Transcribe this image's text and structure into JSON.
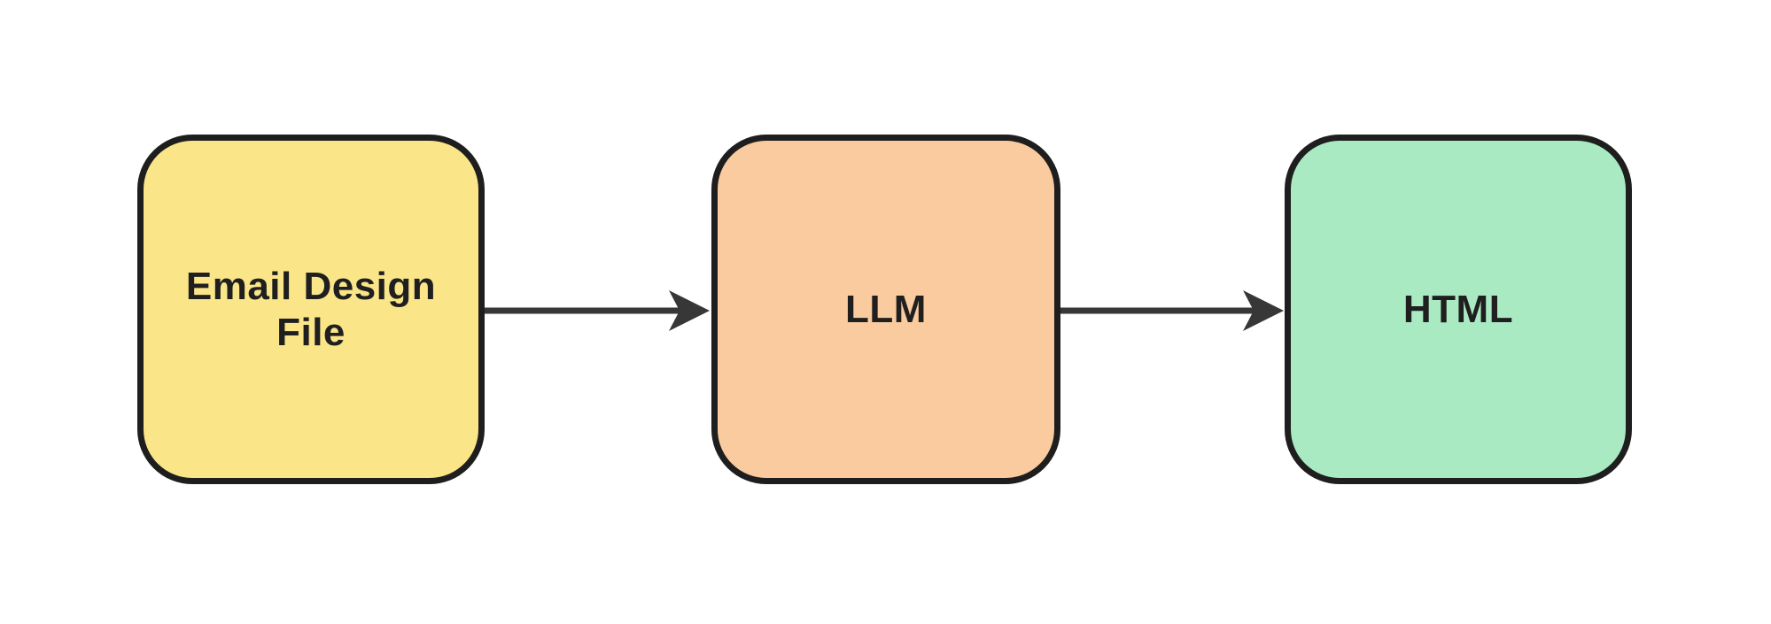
{
  "diagram": {
    "title": "Email design file to HTML via LLM flow",
    "background_color": "#ffffff",
    "node_border_color": "#1e1e1e",
    "arrow_color": "#373737",
    "text_color": "#1f1f1f",
    "nodes": [
      {
        "id": "email-design-file",
        "label": "Email Design File",
        "fill": "#FAE588",
        "shape": "rounded-rectangle"
      },
      {
        "id": "llm",
        "label": "LLM",
        "fill": "#F9CB9E",
        "shape": "rounded-rectangle"
      },
      {
        "id": "html",
        "label": "HTML",
        "fill": "#A9EAC3",
        "shape": "rounded-rectangle"
      }
    ],
    "connections": [
      {
        "from": "Email Design File",
        "to": "LLM",
        "style": "solid-arrow"
      },
      {
        "from": "LLM",
        "to": "HTML",
        "style": "solid-arrow"
      }
    ]
  }
}
